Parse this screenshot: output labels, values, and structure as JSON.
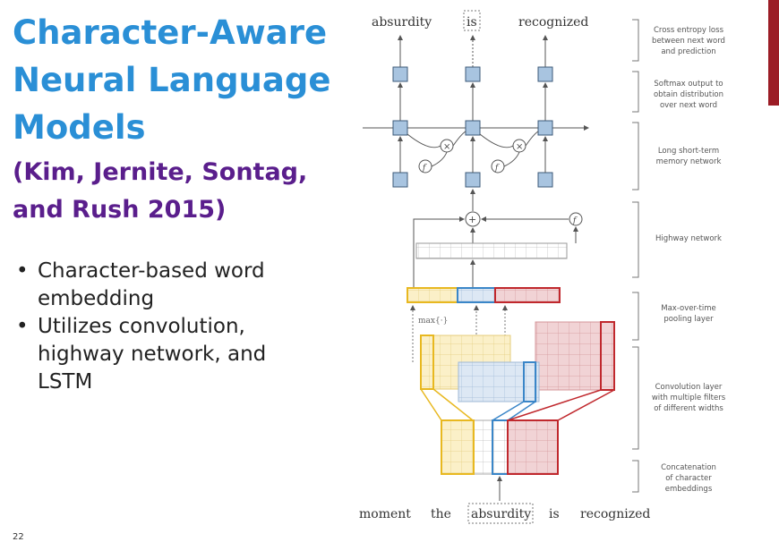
{
  "title": {
    "line1": "Character-Aware",
    "line2": "Neural Language",
    "line3": "Models"
  },
  "subtitle": {
    "line1": "(Kim, Jernite, Sontag,",
    "line2": "and Rush 2015)"
  },
  "bullets": [
    "Character-based word embedding",
    "Utilizes convolution, highway network, and LSTM"
  ],
  "diagram": {
    "top_words": [
      "absurdity",
      "is",
      "recognized"
    ],
    "bottom_words": [
      "moment",
      "the",
      "absurdity",
      "is",
      "recognized"
    ],
    "max_label": "max{·}",
    "annotations": {
      "cross_entropy": [
        "Cross entropy loss",
        "between next word",
        "and prediction"
      ],
      "softmax": [
        "Softmax output to",
        "obtain distribution",
        "over next word"
      ],
      "lstm": [
        "Long short-term",
        "memory network"
      ],
      "highway": [
        "Highway network"
      ],
      "maxpool": [
        "Max-over-time",
        "pooling layer"
      ],
      "conv": [
        "Convolution layer",
        "with multiple filters",
        "of different widths"
      ],
      "concat": [
        "Concatenation",
        "of character",
        "embeddings"
      ]
    },
    "colors": {
      "yellow": "#e8b820",
      "blue": "#3a86c8",
      "red": "#c0282d",
      "cell": "#a8c4e0",
      "cell_stroke": "#3c5a78"
    }
  },
  "page_mark": "22"
}
